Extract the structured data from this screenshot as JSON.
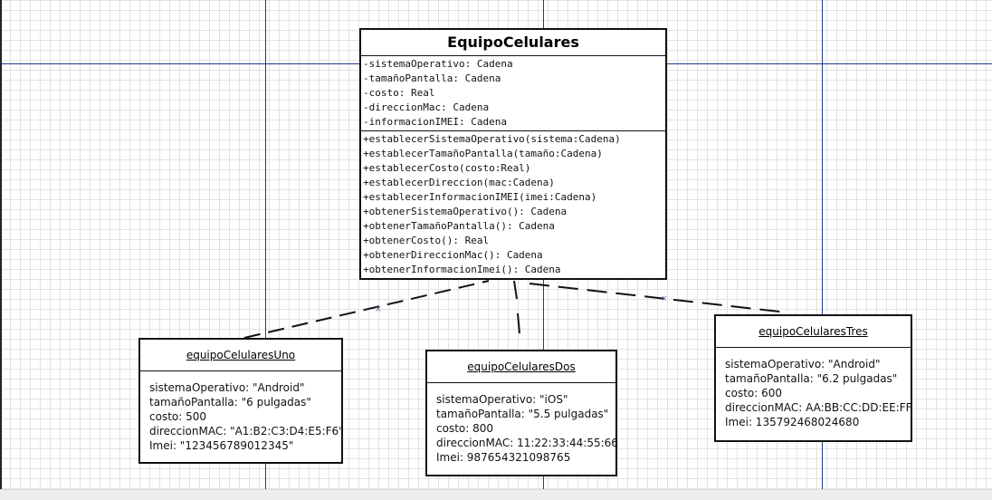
{
  "diagram": {
    "class": {
      "name": "EquipoCelulares",
      "attributes": [
        "-sistemaOperativo: Cadena",
        "-tamañoPantalla: Cadena",
        "-costo: Real",
        "-direccionMac: Cadena",
        "-informacionIMEI: Cadena"
      ],
      "operations": [
        "+establecerSistemaOperativo(sistema:Cadena)",
        "+establecerTamañoPantalla(tamaño:Cadena)",
        "+establecerCosto(costo:Real)",
        "+establecerDireccion(mac:Cadena)",
        "+establecerInformacionIMEI(imei:Cadena)",
        "+obtenerSistemaOperativo(): Cadena",
        "+obtenerTamañoPantalla(): Cadena",
        "+obtenerCosto(): Real",
        "+obtenerDireccionMac(): Cadena",
        "+obtenerInformacionImei(): Cadena"
      ]
    },
    "objects": [
      {
        "name": "equipoCelularesUno",
        "slots": [
          "sistemaOperativo: \"Android\"",
          "tamañoPantalla: \"6 pulgadas\"",
          "costo: 500",
          "direccionMAC: \"A1:B2:C3:D4:E5:F6\"",
          "Imei: \"123456789012345\""
        ]
      },
      {
        "name": "equipoCelularesDos",
        "slots": [
          "sistemaOperativo: \"iOS\"",
          "tamañoPantalla: \"5.5 pulgadas\"",
          "costo: 800",
          "direccionMAC: 11:22:33:44:55:66",
          "Imei: 987654321098765"
        ]
      },
      {
        "name": "equipoCelularesTres",
        "slots": [
          "sistemaOperativo: \"Android\"",
          "tamañoPantalla: \"6.2 pulgadas\"",
          "costo: 600",
          "direccionMAC: AA:BB:CC:DD:EE:FF",
          "Imei: 135792468024680"
        ]
      }
    ]
  },
  "colors": {
    "guide_line": "#223a8a",
    "grid": "#e2e2e2",
    "box_border": "#111111"
  }
}
